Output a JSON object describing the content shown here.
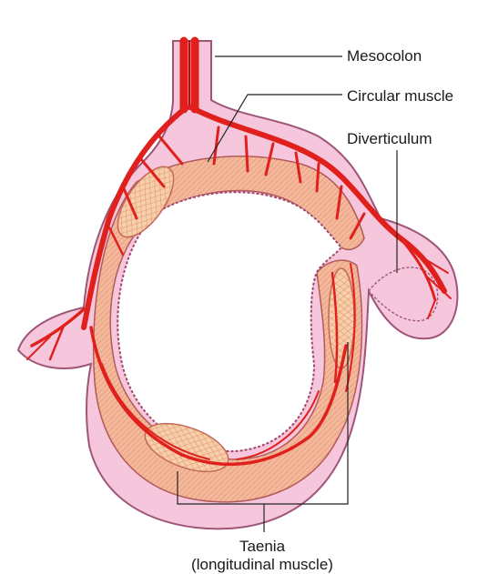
{
  "labels": {
    "mesocolon": "Mesocolon",
    "circular_muscle": "Circular muscle",
    "diverticulum": "Diverticulum",
    "taenia": "Taenia",
    "taenia_sub": "(longitudinal muscle)"
  },
  "colors": {
    "serosa_fill": "#f6c7dc",
    "serosa_outline": "#9e5578",
    "muscle_fill": "#f4b89a",
    "muscle_texture": "#e08e6c",
    "vessel": "#e0201c",
    "vessel_dark": "#b3120f",
    "taenia_fill": "#f7cfaa",
    "lumen": "#ffffff",
    "leader_line": "#222222"
  }
}
